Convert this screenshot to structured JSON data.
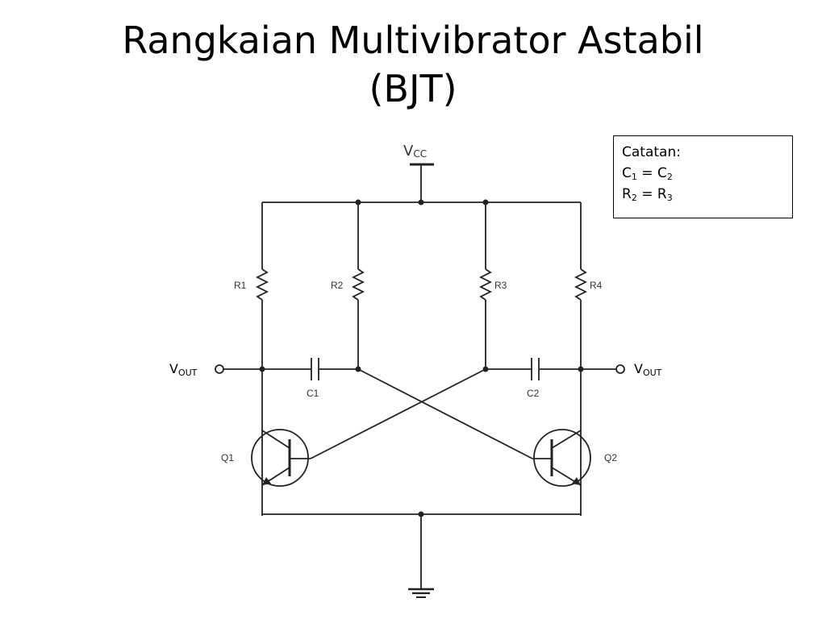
{
  "slide": {
    "title_line1": "Rangkaian Multivibrator Astabil",
    "title_line2": "(BJT)"
  },
  "note": {
    "heading": "Catatan:",
    "line1": {
      "left_base": "C",
      "left_sub": "1",
      "eq": " = ",
      "right_base": "C",
      "right_sub": "2"
    },
    "line2": {
      "left_base": "R",
      "left_sub": "2",
      "eq": " = ",
      "right_base": "R",
      "right_sub": "3"
    }
  },
  "schematic": {
    "supply_label": {
      "base": "V",
      "sub": "CC"
    },
    "resistors": [
      "R1",
      "R2",
      "R3",
      "R4"
    ],
    "capacitors": [
      "C1",
      "C2"
    ],
    "transistors": [
      "Q1",
      "Q2"
    ],
    "output_left": {
      "base": "V",
      "sub": "OUT"
    },
    "output_right": {
      "base": "V",
      "sub": "OUT"
    }
  }
}
